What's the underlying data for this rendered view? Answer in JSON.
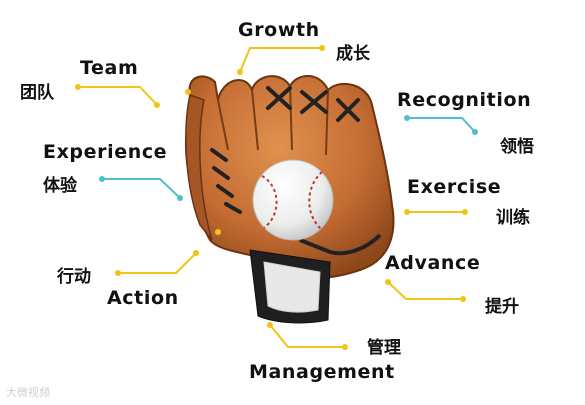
{
  "labels": {
    "growth_en": "Growth",
    "growth_zh": "成长",
    "team_en": "Team",
    "team_zh": "团队",
    "recognition_en": "Recognition",
    "recognition_zh": "领悟",
    "experience_en": "Experience",
    "experience_zh": "体验",
    "exercise_en": "Exercise",
    "exercise_zh": "训练",
    "action_en": "Action",
    "action_zh": "行动",
    "advance_en": "Advance",
    "advance_zh": "提升",
    "management_en": "Management",
    "management_zh": "管理"
  },
  "watermark": "大微视频",
  "colors": {
    "gold": "#f3c316",
    "teal": "#4fbfc9",
    "glove_main": "#c9733a",
    "glove_dark": "#8a4318",
    "lace": "#222222",
    "ball_stitch": "#c0392b"
  }
}
